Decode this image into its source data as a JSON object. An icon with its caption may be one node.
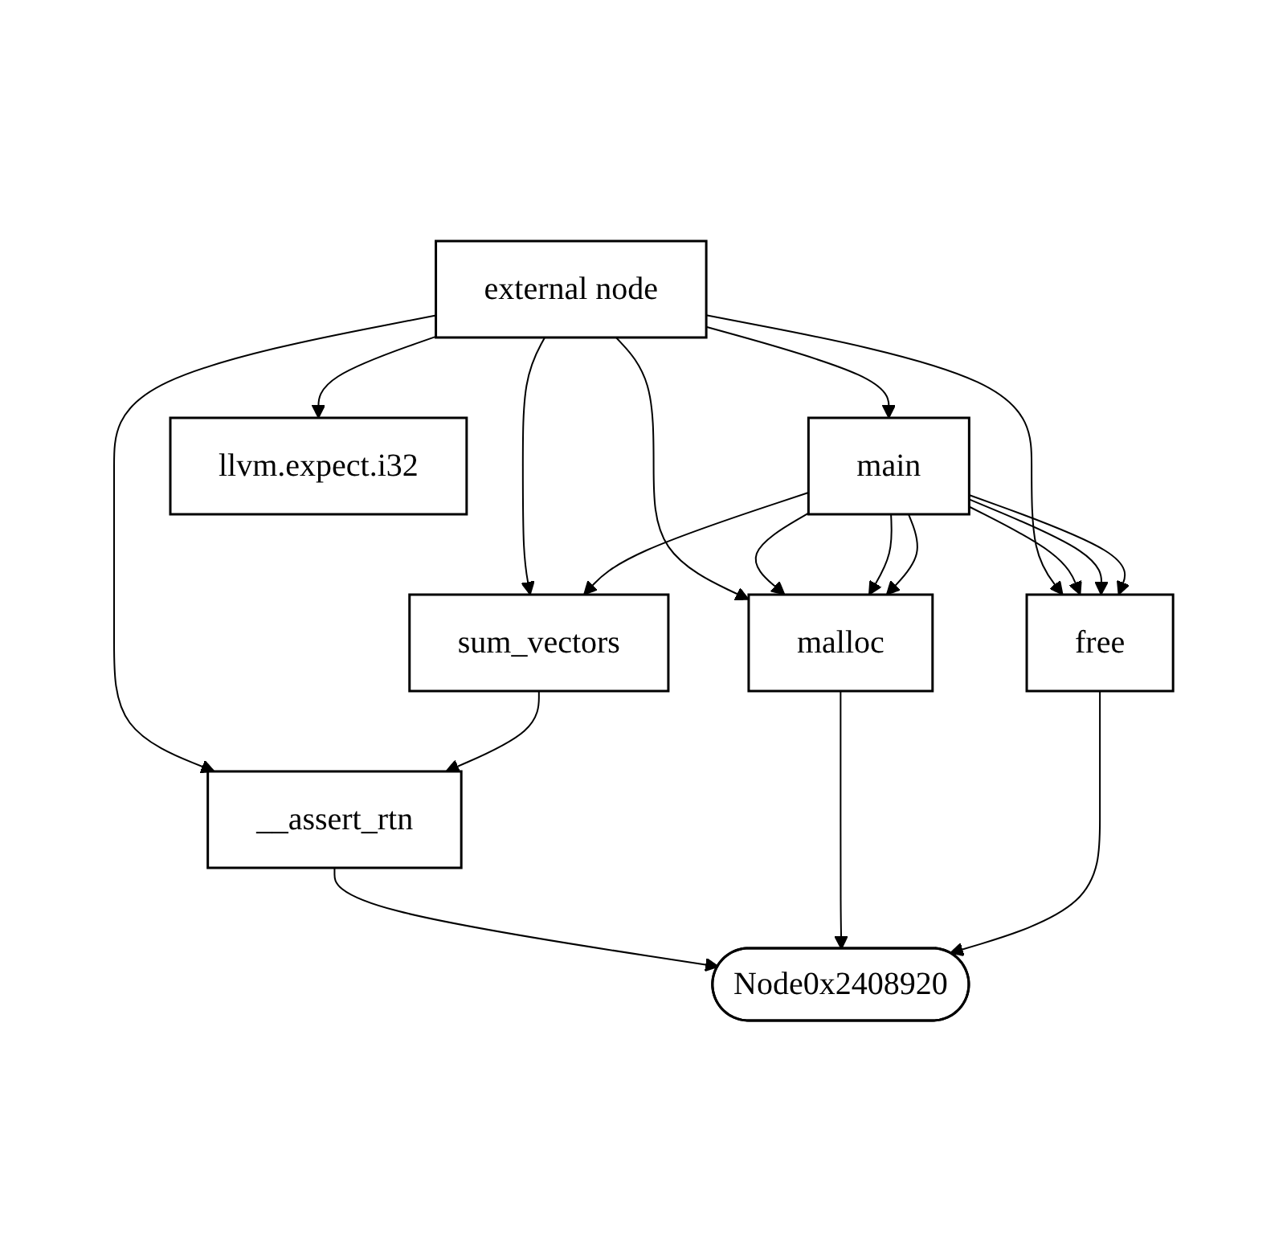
{
  "diagram": {
    "nodes": [
      {
        "text": [
          "external node"
        ]
      },
      {
        "text": [
          "main"
        ]
      },
      {
        "text": [
          "llvm.expect.i32"
        ]
      },
      {
        "text": [
          "sum_vectors"
        ]
      },
      {
        "text": [
          "malloc"
        ]
      },
      {
        "text": [
          "free"
        ]
      },
      {
        "text": [
          "__assert_rtn"
        ]
      },
      {
        "text": [
          "Node0x2408920"
        ]
      }
    ],
    "edges": [
      {
        "from": 0,
        "to": 1,
        "arrow": "to"
      },
      {
        "from": 0,
        "to": 2,
        "arrow": "to"
      },
      {
        "from": 0,
        "to": 3,
        "arrow": "to"
      },
      {
        "from": 0,
        "to": 4,
        "arrow": "to"
      },
      {
        "from": 0,
        "to": 5,
        "arrow": "to"
      },
      {
        "from": 0,
        "to": 6,
        "arrow": "to"
      },
      {
        "from": 1,
        "to": 3,
        "arrow": "to"
      },
      {
        "from": 1,
        "to": 4,
        "arrow": "to"
      },
      {
        "from": 1,
        "to": 4,
        "arrow": "to"
      },
      {
        "from": 1,
        "to": 4,
        "arrow": "to"
      },
      {
        "from": 1,
        "to": 5,
        "arrow": "to"
      },
      {
        "from": 1,
        "to": 5,
        "arrow": "to"
      },
      {
        "from": 1,
        "to": 5,
        "arrow": "to"
      },
      {
        "from": 3,
        "to": 6,
        "arrow": "to"
      },
      {
        "from": 6,
        "to": 7,
        "arrow": "to"
      },
      {
        "from": 4,
        "to": 7,
        "arrow": "to"
      },
      {
        "from": 5,
        "to": 7,
        "arrow": "to"
      }
    ]
  }
}
